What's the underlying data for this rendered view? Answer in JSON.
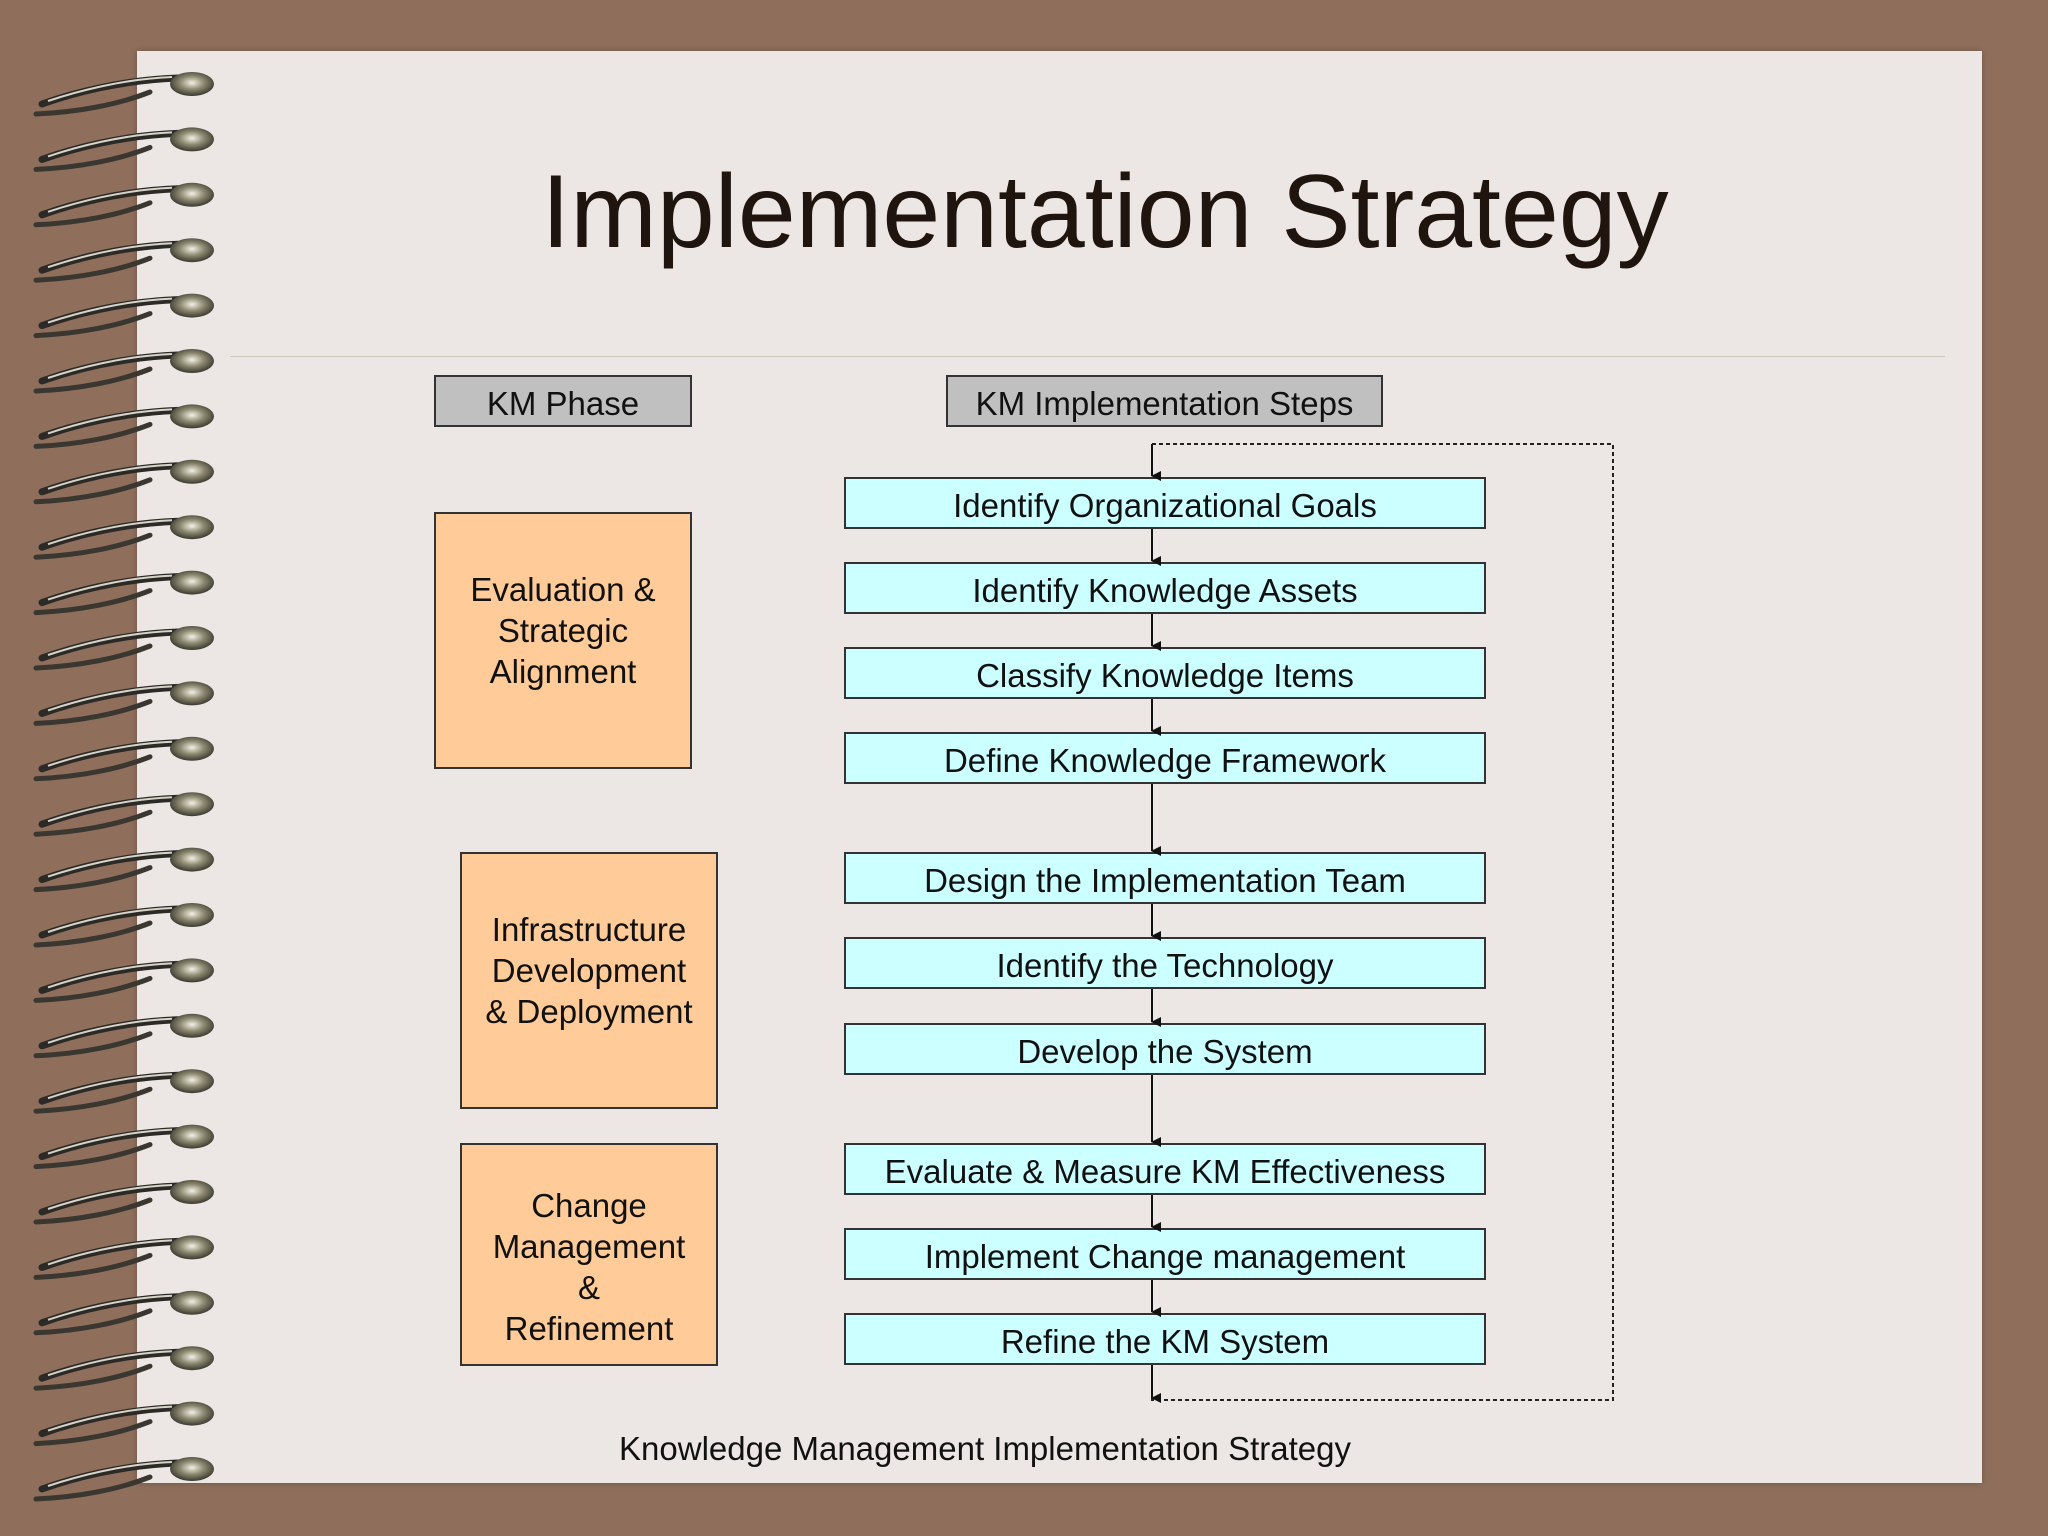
{
  "title": "Implementation Strategy",
  "headers": {
    "phase": "KM Phase",
    "steps": "KM Implementation Steps"
  },
  "phases": [
    {
      "label": "Evaluation &\nStrategic\nAlignment"
    },
    {
      "label": "Infrastructure\nDevelopment\n& Deployment"
    },
    {
      "label": "Change\nManagement\n&\nRefinement"
    }
  ],
  "steps": [
    {
      "label": "Identify Organizational Goals"
    },
    {
      "label": "Identify Knowledge Assets"
    },
    {
      "label": "Classify Knowledge Items"
    },
    {
      "label": "Define Knowledge Framework"
    },
    {
      "label": "Design the Implementation Team"
    },
    {
      "label": "Identify the Technology"
    },
    {
      "label": "Develop the System"
    },
    {
      "label": "Evaluate & Measure KM Effectiveness"
    },
    {
      "label": "Implement Change management"
    },
    {
      "label": "Refine the KM System"
    }
  ],
  "caption": "Knowledge Management Implementation Strategy",
  "colors": {
    "background": "#8f6f5c",
    "paper": "#ece7e4",
    "phase_fill": "#ffcc99",
    "step_fill": "#ccffff",
    "header_fill": "#c0c0c0"
  }
}
